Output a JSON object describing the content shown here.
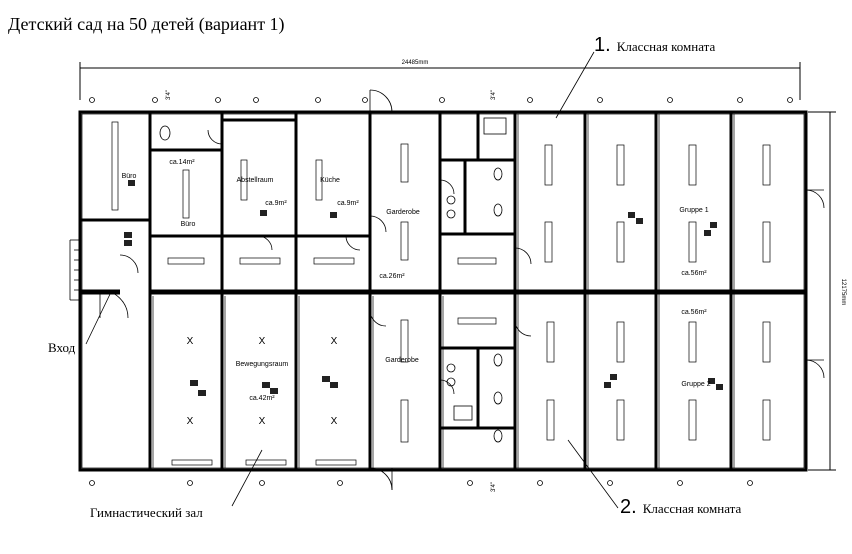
{
  "title": "Детский сад на 50 детей (вариант 1)",
  "dimensions": {
    "width": "24485mm",
    "height": "12175mm"
  },
  "callouts": {
    "classroom_1": {
      "num": "1.",
      "text": "Классная комната"
    },
    "classroom_2": {
      "num": "2.",
      "text": "Классная комната"
    },
    "entrance": {
      "text": "Вход"
    },
    "gym": {
      "text": "Гимнастический зал"
    }
  },
  "rooms": {
    "buero_1": "Büro",
    "buero_2": "Büro",
    "buero_2_area": "ca.14m²",
    "abstellraum": "Abstellraum",
    "abstellraum_area": "ca.9m²",
    "kueche": "Küche",
    "kueche_area": "ca.9m²",
    "garderobe_1": "Garderobe",
    "garderobe_1_area": "ca.26m²",
    "garderobe_2": "Garderobe",
    "gruppe_1": "Gruppe 1",
    "gruppe_1_area": "ca.56m²",
    "gruppe_2": "Gruppe 2",
    "gruppe_2_area": "ca.56m²",
    "bewegungsraum": "Bewegungsraum",
    "bewegungsraum_area": "ca.42m²",
    "x_mark": "X"
  },
  "door_labels": {
    "d1": "3'4\"",
    "d2": "3'4\"",
    "d3": "3'4\""
  },
  "colors": {
    "ink": "#000000",
    "paper": "#ffffff",
    "furniture": "#222222"
  }
}
